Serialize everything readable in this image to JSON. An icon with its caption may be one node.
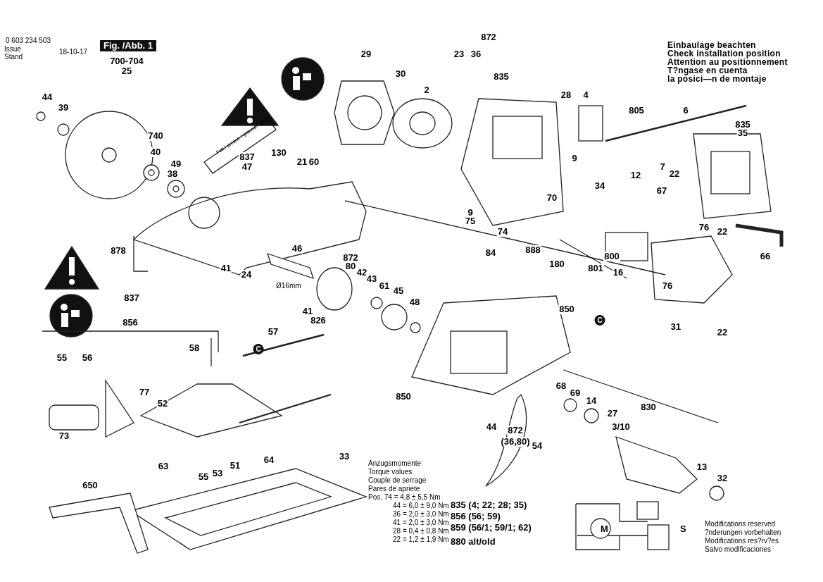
{
  "diagram": {
    "labels": [
      "0 603 234 503",
      "Issue Stand",
      "18-10-17",
      "Fig. /Abb. 1",
      "Einbaulage beachten",
      "Check installation position",
      "Attention au positionnement",
      "T?ngase en cuenta",
      "la posici—n de montaje",
      "872",
      "23",
      "36",
      "29",
      "30",
      "2",
      "835",
      "28",
      "4",
      "805",
      "6",
      "835",
      "35",
      "700-704",
      "25",
      "44",
      "39",
      "740",
      "40",
      "49",
      "38",
      "Fett / grease / graisse / grasa",
      "837",
      "47",
      "130",
      "21",
      "60",
      "9",
      "7",
      "22",
      "12",
      "34",
      "70",
      "67",
      "9",
      "75",
      "74",
      "22",
      "76",
      "66",
      "888",
      "180",
      "46",
      "878",
      "41",
      "24",
      "Ø16mm",
      "872",
      "80",
      "42",
      "43",
      "61",
      "45",
      "48",
      "41",
      "826",
      "837",
      "84",
      "800",
      "801",
      "16",
      "76",
      "31",
      "22",
      "856",
      "850",
      "C",
      "56",
      "55",
      "57",
      "C",
      "58",
      "850",
      "77",
      "52",
      "73",
      "872",
      "(36,80)",
      "68",
      "69",
      "14",
      "27",
      "830",
      "3/10",
      "44",
      "54",
      "64",
      "55",
      "53",
      "51",
      "63",
      "33",
      "650",
      "13",
      "32",
      "Anzugsmomente",
      "Torque values",
      "Couple de serrage",
      "Pares de apriete",
      "Pos. 74 = 4,8 ± 5,5 Nm",
      "44 = 6,0 ± 9,0 Nm",
      "36 = 2,0 ± 3,0 Nm",
      "41 = 2,0 ± 3,0 Nm",
      "28 = 0,4 ± 0,8 Nm",
      "22 = 1,2 ± 1,9 Nm",
      "835 (4; 22; 28; 35)",
      "856 (56; 59)",
      "859 (56/1; 59/1; 62)",
      "880 alt/old",
      "M",
      "S",
      "Modifications reserved",
      "?nderungen vorbehalten",
      "Modifications res?rv?es",
      "Salvo modificaciones"
    ]
  }
}
